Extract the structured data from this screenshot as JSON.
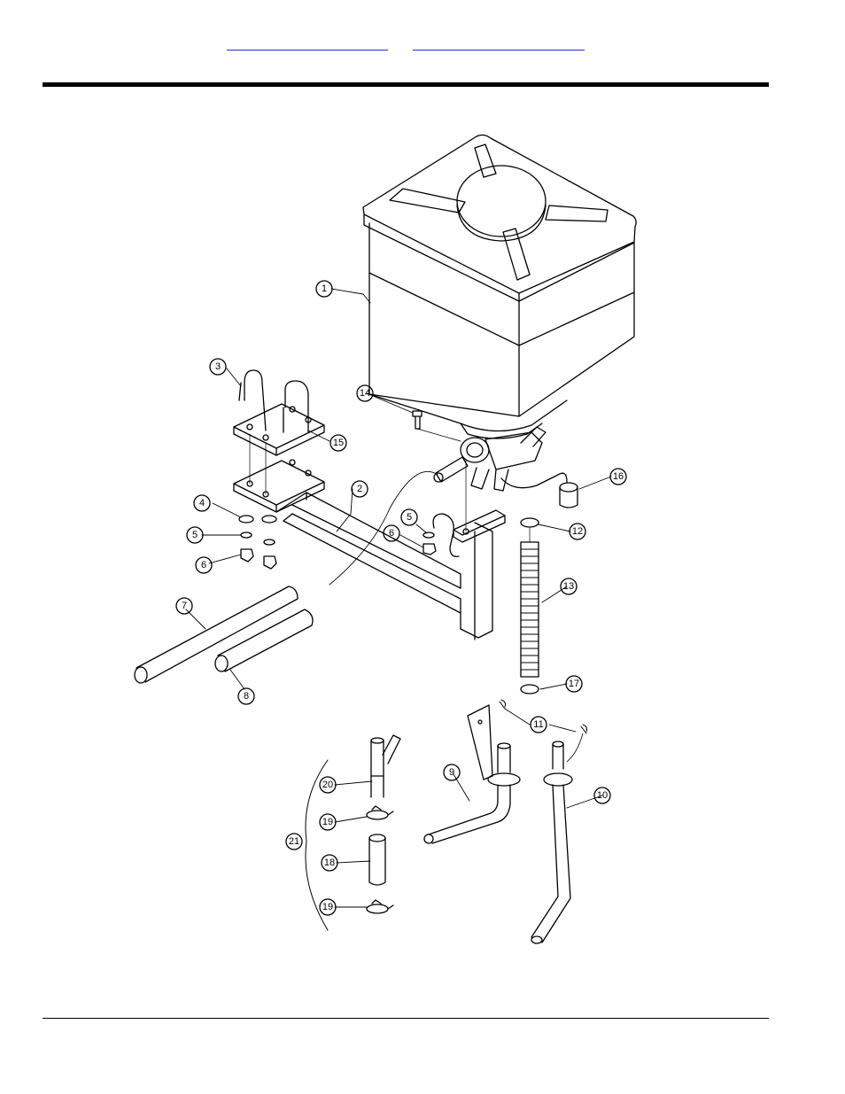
{
  "header": {
    "link_a": "",
    "link_b": ""
  },
  "callouts": [
    {
      "id": "1",
      "label": "1"
    },
    {
      "id": "2",
      "label": "2"
    },
    {
      "id": "3",
      "label": "3"
    },
    {
      "id": "4",
      "label": "4"
    },
    {
      "id": "5a",
      "label": "5"
    },
    {
      "id": "5b",
      "label": "5"
    },
    {
      "id": "6a",
      "label": "6"
    },
    {
      "id": "6b",
      "label": "6"
    },
    {
      "id": "7",
      "label": "7"
    },
    {
      "id": "8",
      "label": "8"
    },
    {
      "id": "9",
      "label": "9"
    },
    {
      "id": "10",
      "label": "10"
    },
    {
      "id": "11",
      "label": "11"
    },
    {
      "id": "12",
      "label": "12"
    },
    {
      "id": "13",
      "label": "13"
    },
    {
      "id": "14",
      "label": "14"
    },
    {
      "id": "15",
      "label": "15"
    },
    {
      "id": "16",
      "label": "16"
    },
    {
      "id": "17",
      "label": "17"
    },
    {
      "id": "18",
      "label": "18"
    },
    {
      "id": "19a",
      "label": "19"
    },
    {
      "id": "19b",
      "label": "19"
    },
    {
      "id": "20",
      "label": "20"
    },
    {
      "id": "21",
      "label": "21"
    }
  ]
}
